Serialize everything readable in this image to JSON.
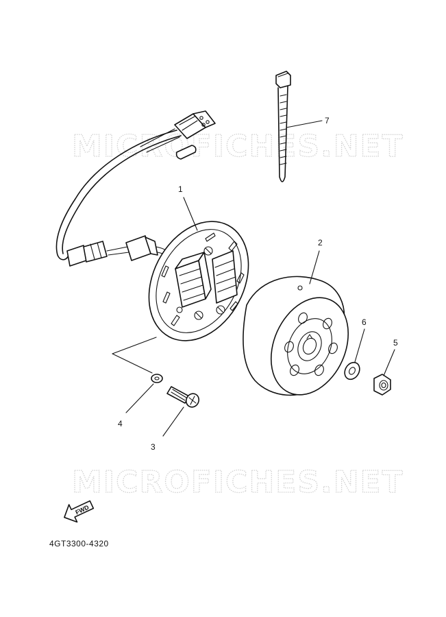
{
  "watermark": "MICROFICHES.NET",
  "callouts": [
    "1",
    "2",
    "3",
    "4",
    "5",
    "6",
    "7"
  ],
  "fwd_label": "FWD",
  "diagram_code": "4GT3300-4320",
  "icons": [
    "fwd-arrow-icon"
  ]
}
